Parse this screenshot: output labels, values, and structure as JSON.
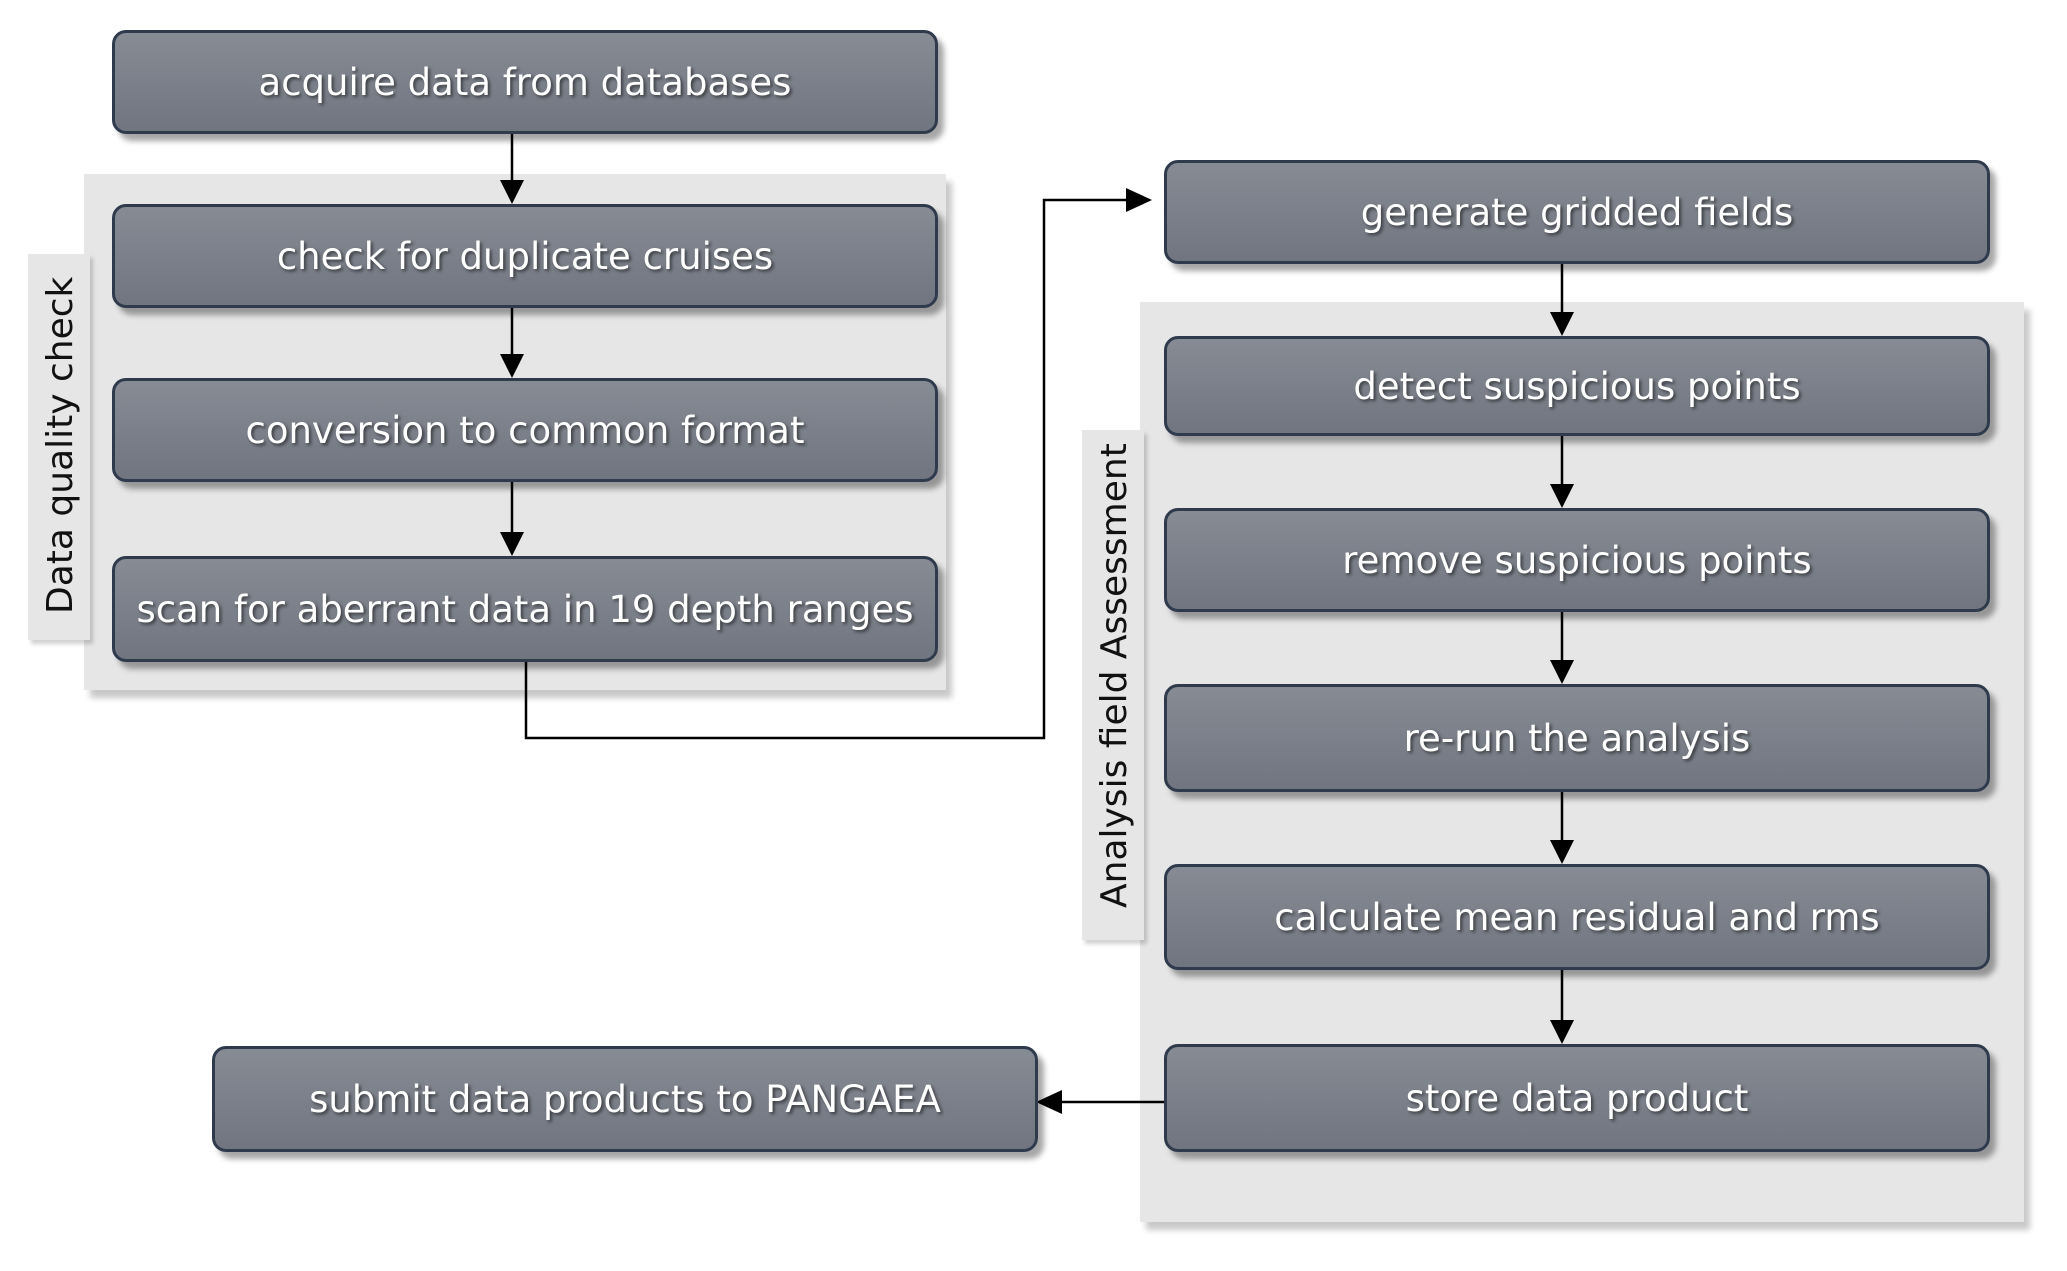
{
  "groups": {
    "quality": "Data quality check",
    "analysis": "Analysis field Assessment"
  },
  "steps": {
    "acquire": "acquire data from databases",
    "duplicates": "check for duplicate cruises",
    "conversion": "conversion to common format",
    "scan": "scan for aberrant data in 19 depth ranges",
    "gridded": "generate gridded fields",
    "detect": "detect suspicious points",
    "remove": "remove suspicious points",
    "rerun": "re-run the analysis",
    "calculate": "calculate mean residual and rms",
    "store": "store data product",
    "submit": "submit data products to PANGAEA"
  },
  "colors": {
    "box_fill": "#7b7f89",
    "box_border": "#2f3a4d",
    "panel_fill": "#e6e6e6",
    "connector": "#000000"
  }
}
